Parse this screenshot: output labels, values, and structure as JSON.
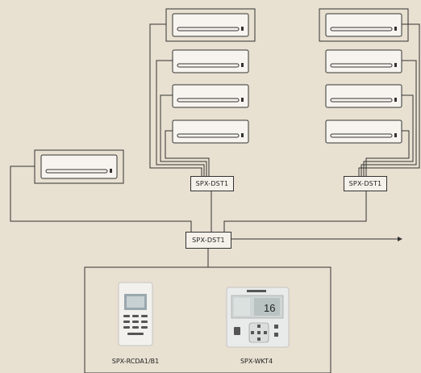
{
  "diagram": {
    "distributors": {
      "left": "SPX-DST1",
      "right": "SPX-DST1",
      "main": "SPX-DST1"
    },
    "controllers": [
      {
        "model": "SPX-RCDA1/B1"
      },
      {
        "model": "SPX-WKT4"
      }
    ],
    "controller_display": {
      "temperature": "16"
    },
    "indoor_units": {
      "left_group_count": 4,
      "right_group_count": 4,
      "standalone_count": 1
    },
    "colors": {
      "background": "#e8e0d1",
      "line": "#333333",
      "unit_fill": "#f7f4ef"
    }
  }
}
